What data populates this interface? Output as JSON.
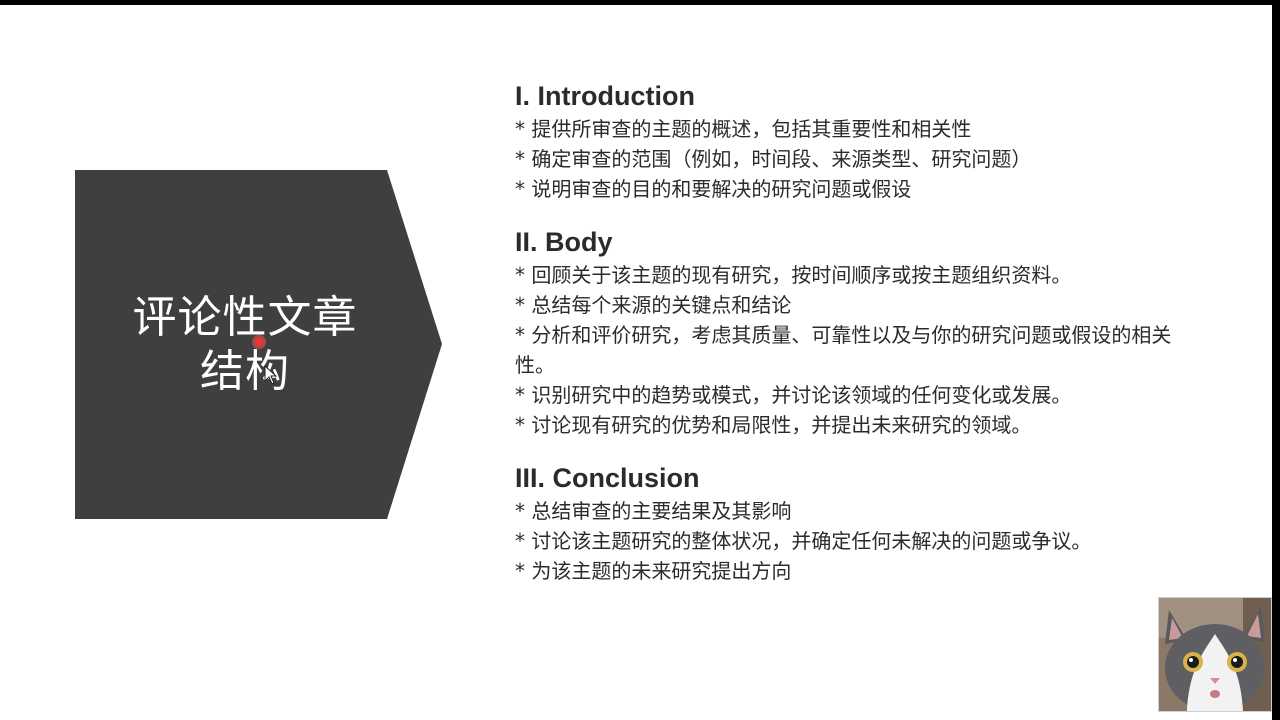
{
  "slide": {
    "title_lines": [
      "评论性文章",
      "结构"
    ],
    "sections": [
      {
        "heading": "I. Introduction",
        "bullets": [
          "* 提供所审查的主题的概述，包括其重要性和相关性",
          "* 确定审查的范围（例如，时间段、来源类型、研究问题）",
          "* 说明审查的目的和要解决的研究问题或假设"
        ]
      },
      {
        "heading": "II. Body",
        "bullets": [
          "* 回顾关于该主题的现有研究，按时间顺序或按主题组织资料。",
          "* 总结每个来源的关键点和结论",
          "* 分析和评价研究，考虑其质量、可靠性以及与你的研究问题或假设的相关性。",
          "* 识别研究中的趋势或模式，并讨论该领域的任何变化或发展。",
          "* 讨论现有研究的优势和局限性，并提出未来研究的领域。"
        ]
      },
      {
        "heading": "III. Conclusion",
        "bullets": [
          "* 总结审查的主要结果及其影响",
          "* 讨论该主题研究的整体状况，并确定任何未解决的问题或争议。",
          "* 为该主题的未来研究提出方向"
        ]
      }
    ]
  },
  "colors": {
    "chevron_fill": "#3f3f3f",
    "title_text": "#ffffff",
    "body_text": "#2b2b2b",
    "laser_pointer": "#ff2d2d"
  },
  "icons": {
    "laser_pointer": "laser-pointer-dot",
    "cursor": "arrow-cursor-icon",
    "webcam": "webcam-cat-feed"
  }
}
